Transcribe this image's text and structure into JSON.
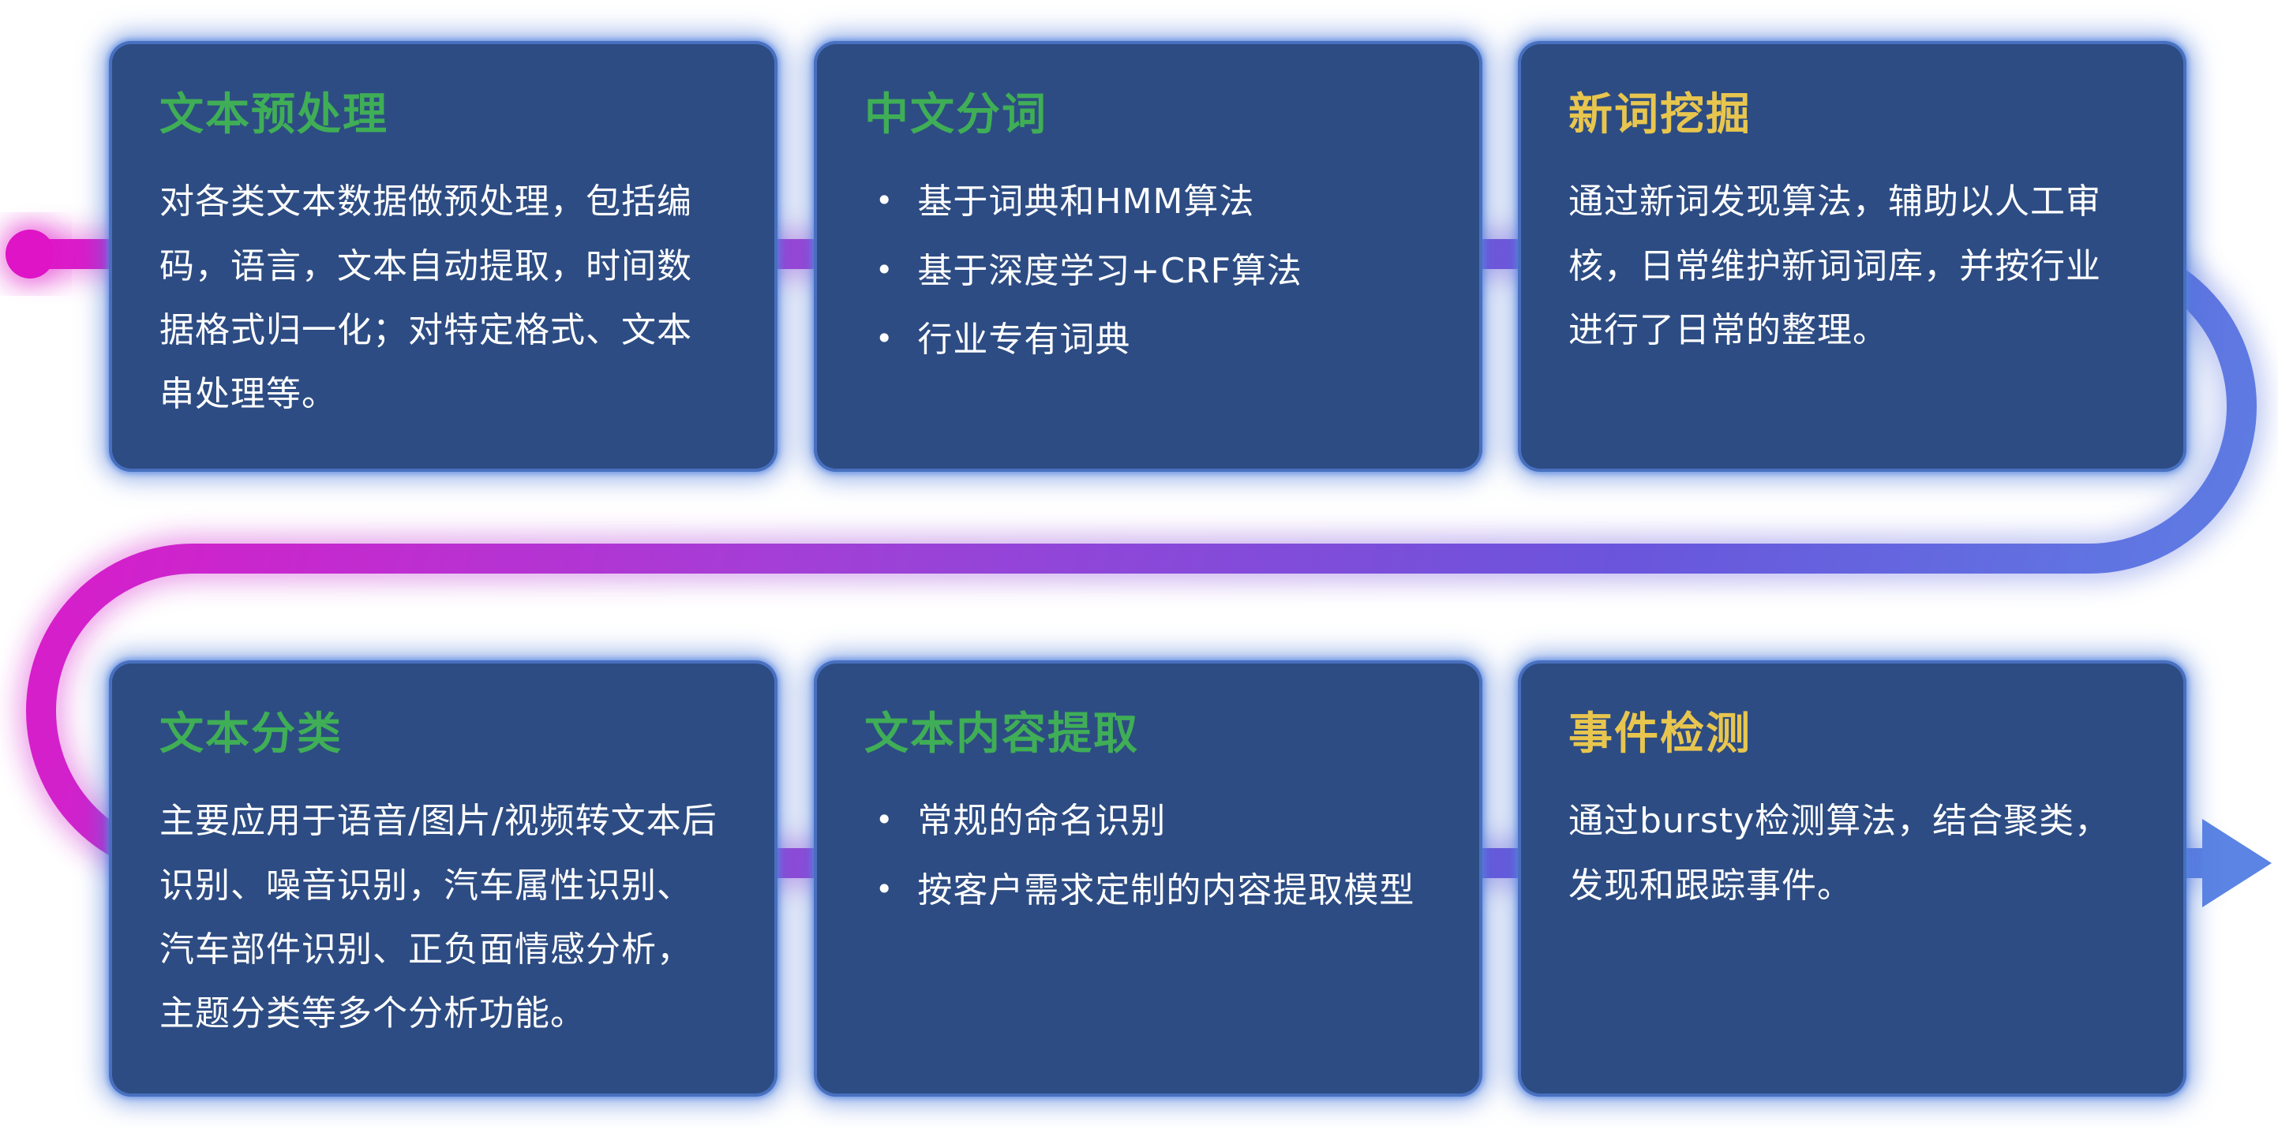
{
  "bullet_glyph": "•",
  "connector": {
    "start_dot_color": "#de14c6",
    "gradient_start_color": "#e018c8",
    "gradient_mid1_color": "#a43ed6",
    "gradient_mid2_color": "#6a55dc",
    "gradient_end_color": "#5b84e4",
    "arrow_color": "#5b84e4"
  },
  "card_style": {
    "background_color": "#2d4c83",
    "glow_color": "#4a78d7",
    "green_title_color": "#3fae56",
    "yellow_title_color": "#e8c64e"
  },
  "cards": [
    {
      "title": "文本预处理",
      "title_color": "#3fae56",
      "paragraph": "对各类文本数据做预处理，包括编码，语言，文本自动提取，时间数据格式归一化；对特定格式、文本串处理等。"
    },
    {
      "title": "中文分词",
      "title_color": "#3fae56",
      "bullets": [
        "基于词典和HMM算法",
        "基于深度学习+CRF算法",
        "行业专有词典"
      ]
    },
    {
      "title": "新词挖掘",
      "title_color": "#e8c64e",
      "paragraph": "通过新词发现算法，辅助以人工审核，日常维护新词词库，并按行业进行了日常的整理。"
    },
    {
      "title": "文本分类",
      "title_color": "#3fae56",
      "paragraph": "主要应用于语音/图片/视频转文本后识别、噪音识别，汽车属性识别、汽车部件识别、正负面情感分析，主题分类等多个分析功能。"
    },
    {
      "title": "文本内容提取",
      "title_color": "#3fae56",
      "bullets": [
        "常规的命名识别",
        "按客户需求定制的内容提取模型"
      ]
    },
    {
      "title": "事件检测",
      "title_color": "#e8c64e",
      "paragraph": "通过bursty检测算法，结合聚类，发现和跟踪事件。"
    }
  ]
}
